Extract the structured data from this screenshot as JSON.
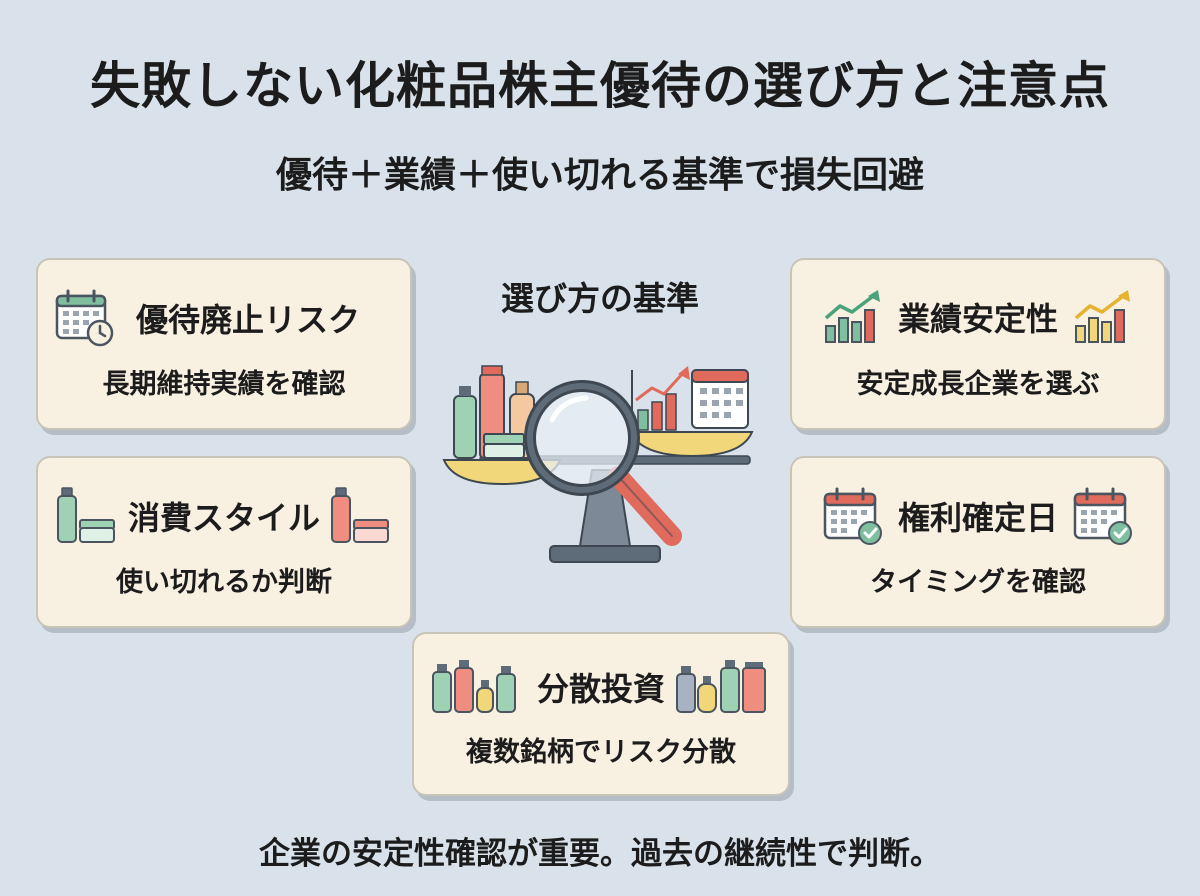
{
  "title": "失敗しない化粧品株主優待の選び方と注意点",
  "subtitle": "優待＋業績＋使い切れる基準で損失回避",
  "center_label": "選び方の基準",
  "cards": {
    "risk": {
      "title": "優待廃止リスク",
      "desc": "長期維持実績を確認"
    },
    "performance": {
      "title": "業績安定性",
      "desc": "安定成長企業を選ぶ"
    },
    "consumption": {
      "title": "消費スタイル",
      "desc": "使い切れるか判断"
    },
    "record_date": {
      "title": "権利確定日",
      "desc": "タイミングを確認"
    },
    "diversify": {
      "title": "分散投資",
      "desc": "複数銘柄でリスク分散"
    }
  },
  "footer": "企業の安定性確認が重要。過去の継続性で判断。",
  "colors": {
    "background": "#d9e2ea",
    "card": "#f8f1e1",
    "green": "#7fbfa0",
    "red": "#e06a5c",
    "yellow": "#f2d77a",
    "steel": "#5e6b78"
  },
  "icons": [
    "calendar-clock-icon",
    "growth-chart-icon",
    "cosmetics-icon",
    "calendar-check-icon",
    "scale-icon",
    "magnifier-icon"
  ]
}
